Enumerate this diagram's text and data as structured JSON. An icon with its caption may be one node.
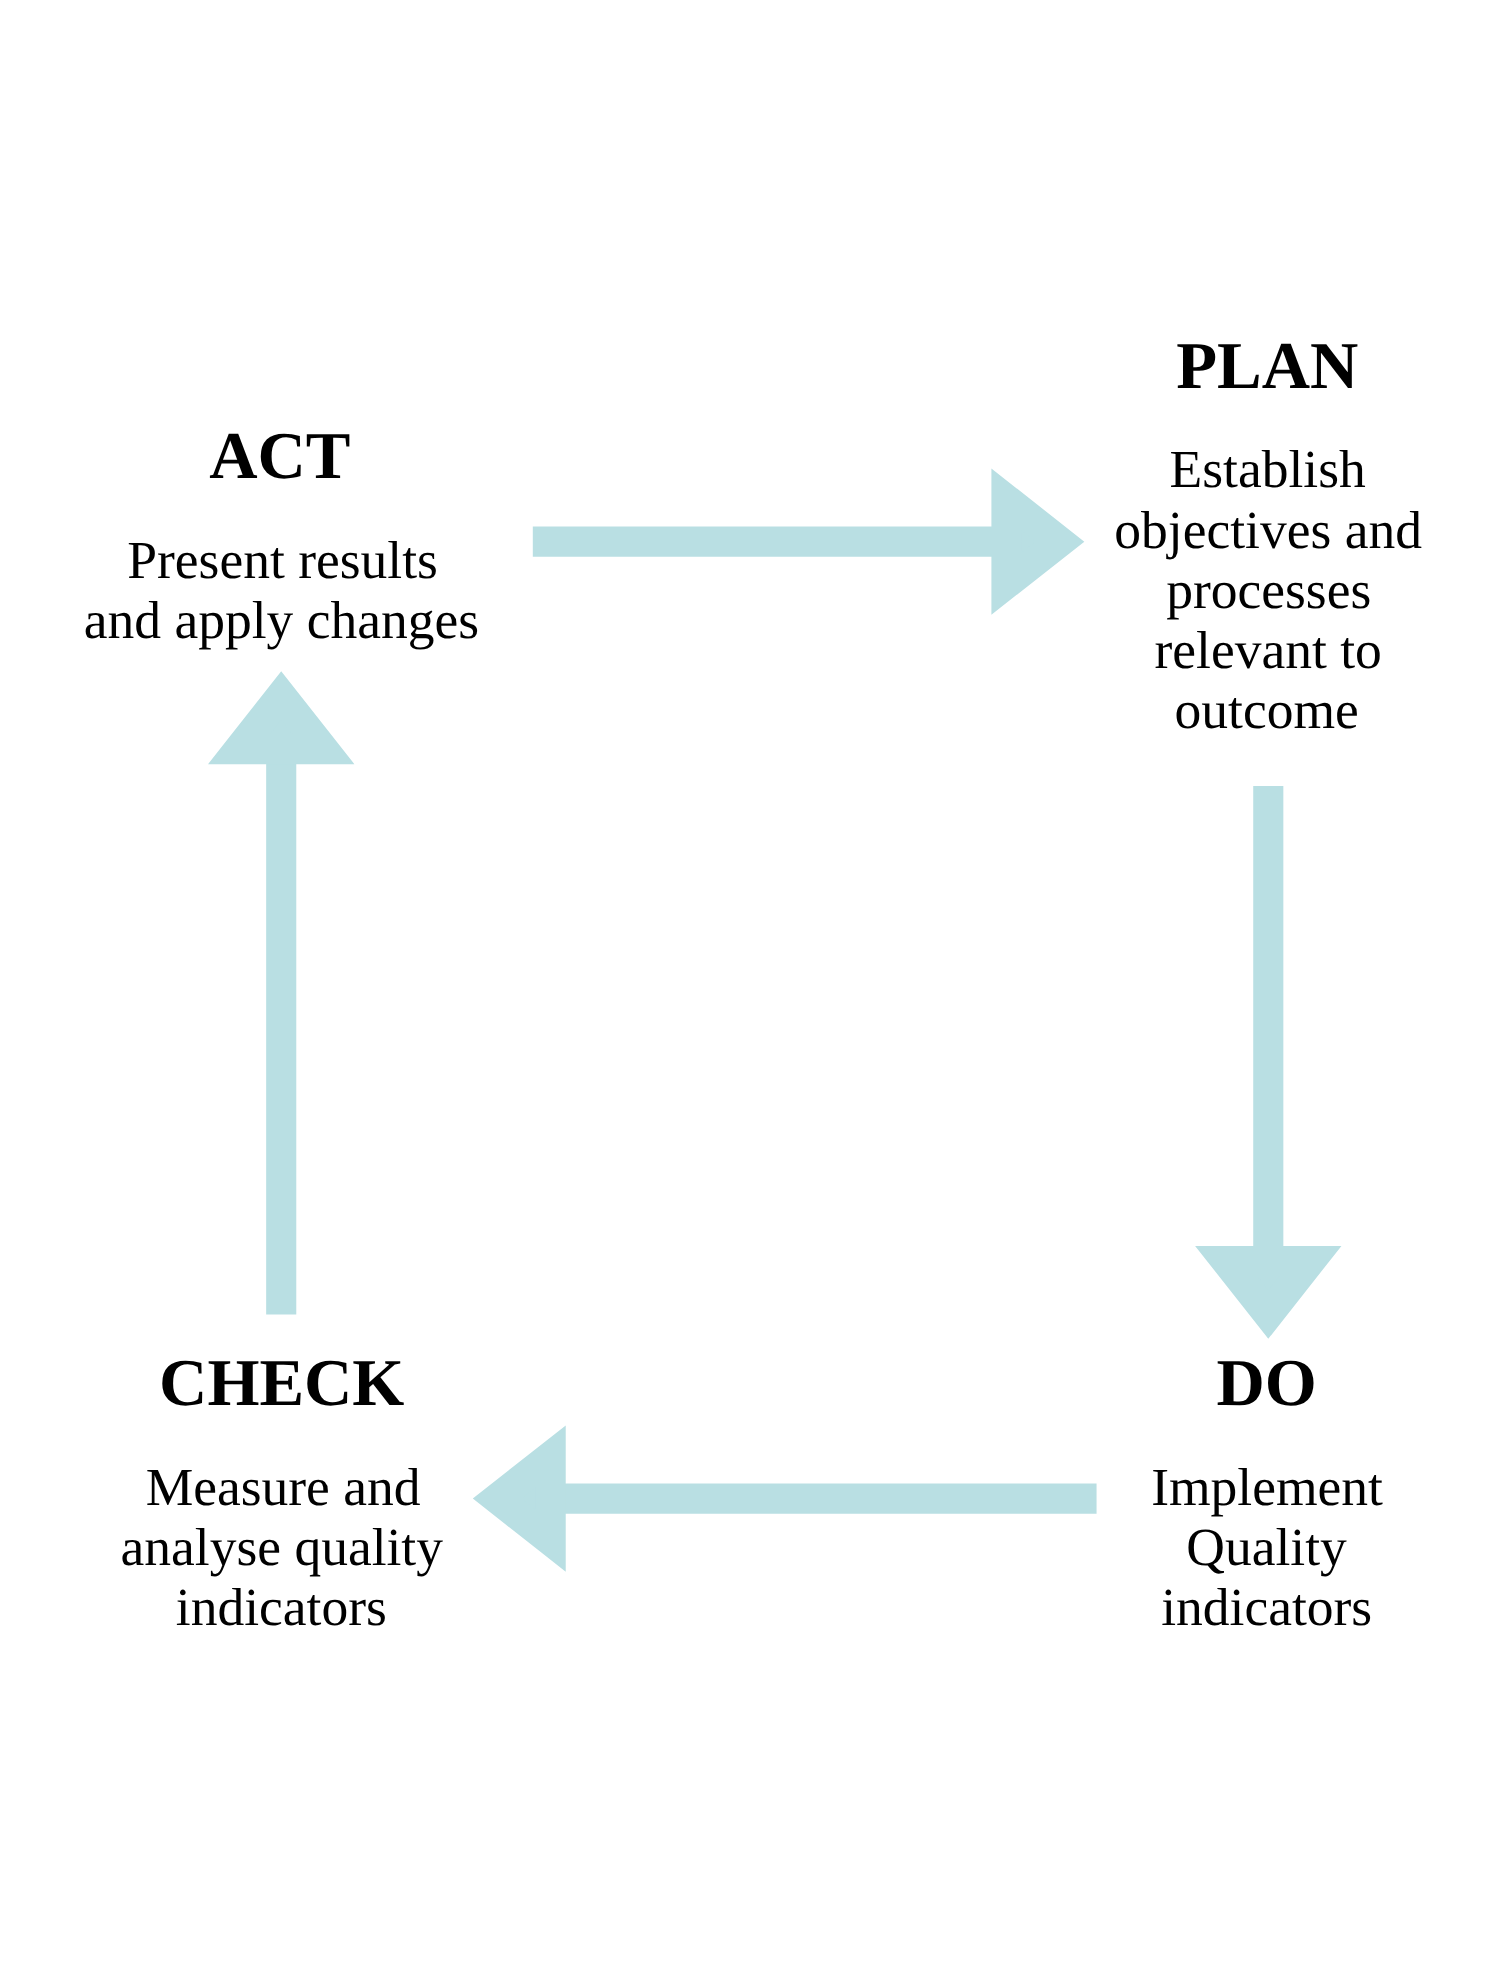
{
  "diagram": {
    "nodes": [
      {
        "text": [
          "ACT",
          "Present results and apply changes"
        ]
      },
      {
        "text": [
          "PLAN",
          "Establish objectives and processes relevant to outcome"
        ]
      },
      {
        "text": [
          "DO",
          "Implement Quality indicators"
        ]
      },
      {
        "text": [
          "CHECK",
          "Measure and analyse quality indicators"
        ]
      }
    ],
    "edges": [
      {
        "from": 0,
        "to": 1,
        "arrow": "to"
      },
      {
        "from": 1,
        "to": 2,
        "arrow": "to"
      },
      {
        "from": 2,
        "to": 3,
        "arrow": "to"
      },
      {
        "from": 3,
        "to": 0,
        "arrow": "to"
      }
    ]
  }
}
